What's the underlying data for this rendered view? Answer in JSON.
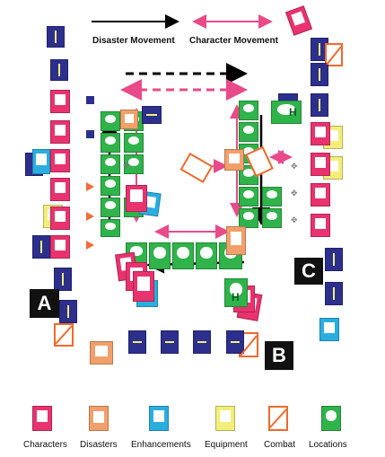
{
  "legend_top": {
    "disaster_movement": "Disaster Movement",
    "character_movement": "Character Movement"
  },
  "zone_labels": {
    "a": "A",
    "b": "B",
    "c": "C"
  },
  "location_markers": {
    "home_1": "H",
    "home_2": "H"
  },
  "legend_bottom": [
    {
      "type": "characters",
      "label": "Characters"
    },
    {
      "type": "disasters",
      "label": "Disasters"
    },
    {
      "type": "enhancements",
      "label": "Enhancements"
    },
    {
      "type": "equipment",
      "label": "Equipment"
    },
    {
      "type": "combat",
      "label": "Combat"
    },
    {
      "type": "locations",
      "label": "Locations"
    }
  ],
  "colors": {
    "character": "#e8336e",
    "disaster": "#f2a06b",
    "enhancement": "#2aaee0",
    "equipment": "#f3ee7a",
    "combat": "#ee6a2d",
    "location": "#2fb34a",
    "card_back": "#2c2f8c",
    "disaster_arrow": "#000000",
    "character_arrow": "#e84a8a"
  }
}
